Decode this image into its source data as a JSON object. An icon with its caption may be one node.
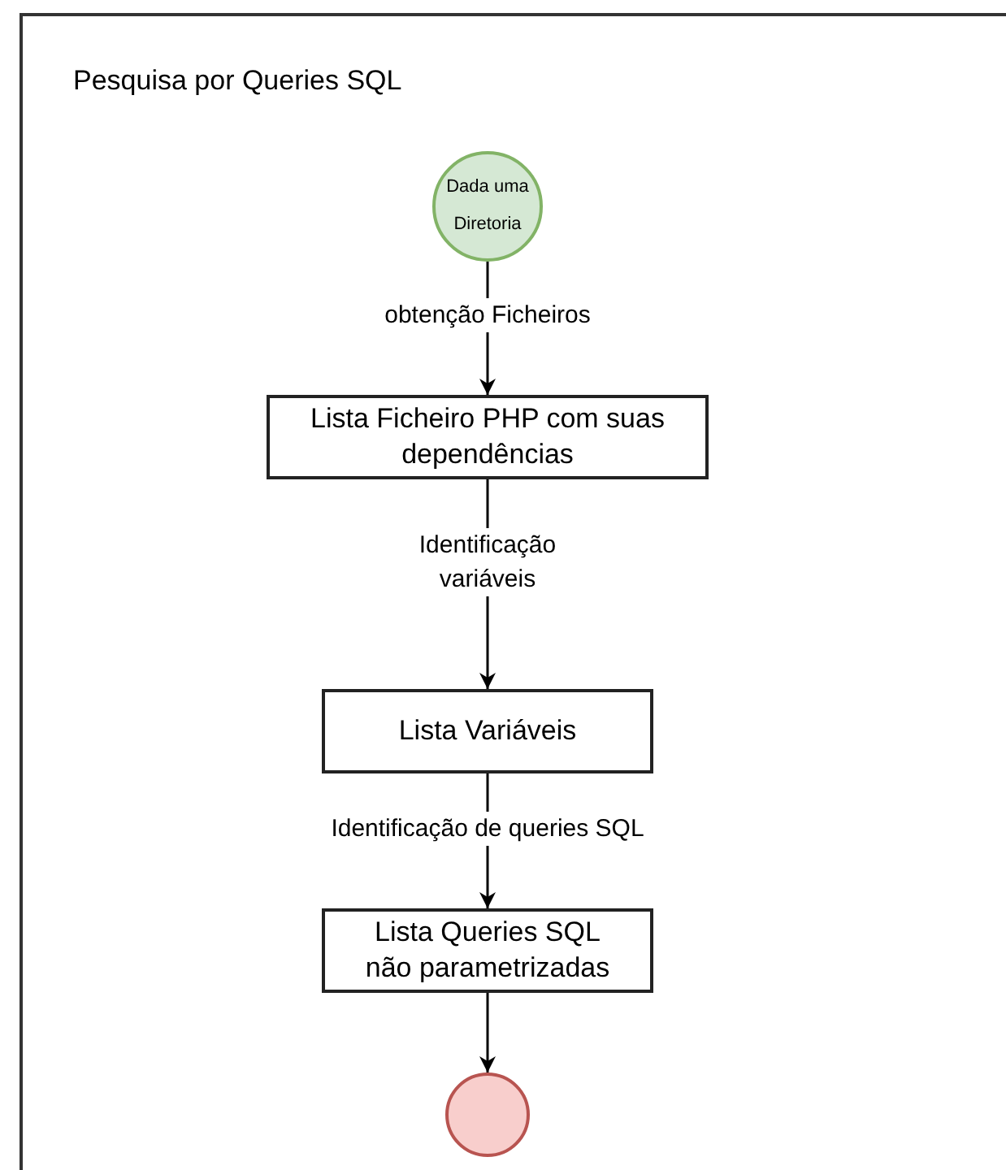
{
  "diagram": {
    "nodes": [
      {
        "text": [
          "Pesquisa por Queries SQL"
        ]
      },
      {
        "text": [
          "Dada uma Diretoria"
        ],
        "in": 0
      },
      {
        "text": [
          "Lista Ficheiro PHP com suas dependências"
        ],
        "in": 0
      },
      {
        "text": [
          "Lista Variáveis"
        ],
        "in": 0
      },
      {
        "text": [
          "Lista Queries SQL não parametrizadas"
        ],
        "in": 0
      },
      {
        "text": [],
        "shape": "circle",
        "in": 0
      }
    ],
    "edges": [
      {
        "from": 1,
        "to": 2,
        "arrow": "to",
        "label": "obtenção Ficheiros"
      },
      {
        "from": 2,
        "to": 3,
        "arrow": "to",
        "label": "Identificação variáveis"
      },
      {
        "from": 3,
        "to": 4,
        "arrow": "to",
        "label": "Identificação de queries SQL"
      },
      {
        "from": 4,
        "to": 5,
        "arrow": "to"
      }
    ]
  }
}
